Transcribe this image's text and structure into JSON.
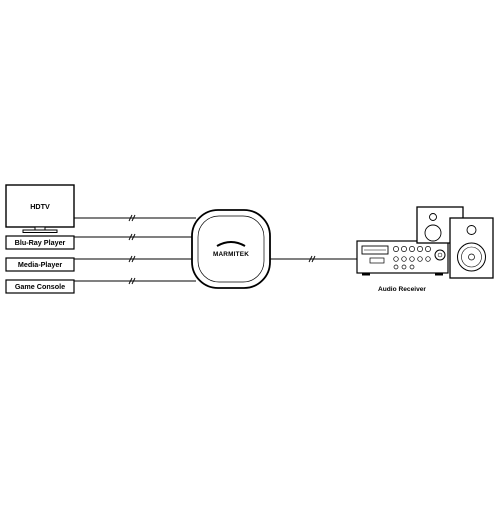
{
  "devices": {
    "hdtv": "HDTV",
    "bluray": "Blu-Ray Player",
    "media": "Media-Player",
    "console": "Game Console"
  },
  "hub": {
    "brand": "MARMITEK"
  },
  "receiver": {
    "label": "Audio Receiver"
  }
}
